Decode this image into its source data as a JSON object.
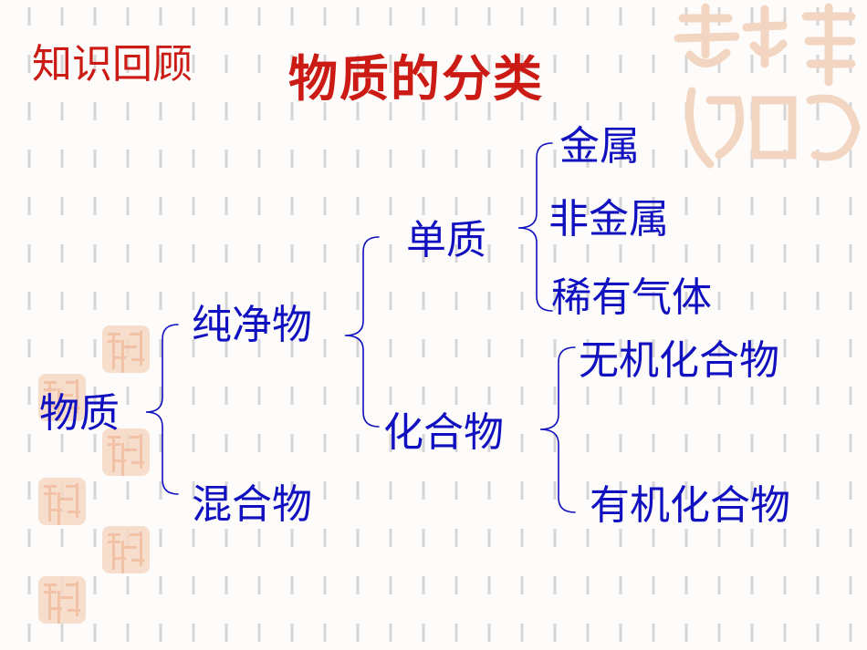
{
  "header": {
    "section_label": "知识回顾",
    "title": "物质的分类"
  },
  "tree": {
    "root": "物质",
    "pure_substance": "纯净物",
    "mixture": "混合物",
    "element_substance": "单质",
    "compound": "化合物",
    "metal": "金属",
    "nonmetal": "非金属",
    "noble_gas": "稀有气体",
    "inorganic_compound": "无机化合物",
    "organic_compound": "有机化合物"
  },
  "colors": {
    "title_red": "#cc1a14",
    "node_blue": "#1010c0",
    "dash_grey": "#d4d4d4",
    "seal_beige": "#f3c9ad"
  }
}
